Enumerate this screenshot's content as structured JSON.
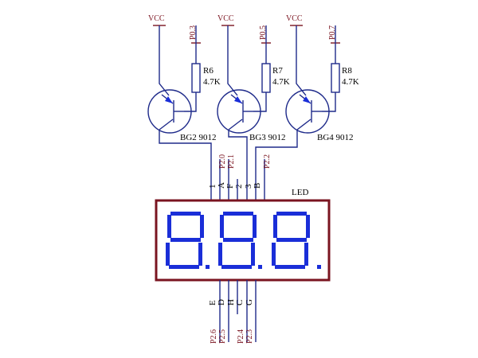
{
  "power": {
    "vcc1": "VCC",
    "vcc2": "VCC",
    "vcc3": "VCC"
  },
  "ports": {
    "p03": "P0.3",
    "p05": "P0.5",
    "p07": "P0.7",
    "p20": "P2.0",
    "p21": "P2.1",
    "p22": "P2.2",
    "p26": "P2.6",
    "p25": "P2.5",
    "p24": "P2.4",
    "p23": "P2.3"
  },
  "resistors": [
    {
      "name": "R6",
      "value": "4.7K"
    },
    {
      "name": "R7",
      "value": "4.7K"
    },
    {
      "name": "R8",
      "value": "4.7K"
    }
  ],
  "transistors": [
    {
      "label": "BG2 9012"
    },
    {
      "label": "BG3 9012"
    },
    {
      "label": "BG4 9012"
    }
  ],
  "display": {
    "label": "LED",
    "digits": "8.8.8."
  },
  "pins_top": [
    "1",
    "A",
    "F",
    "2",
    "3",
    "B"
  ],
  "pins_bottom": [
    "E",
    "D",
    "H",
    "C",
    "G"
  ]
}
